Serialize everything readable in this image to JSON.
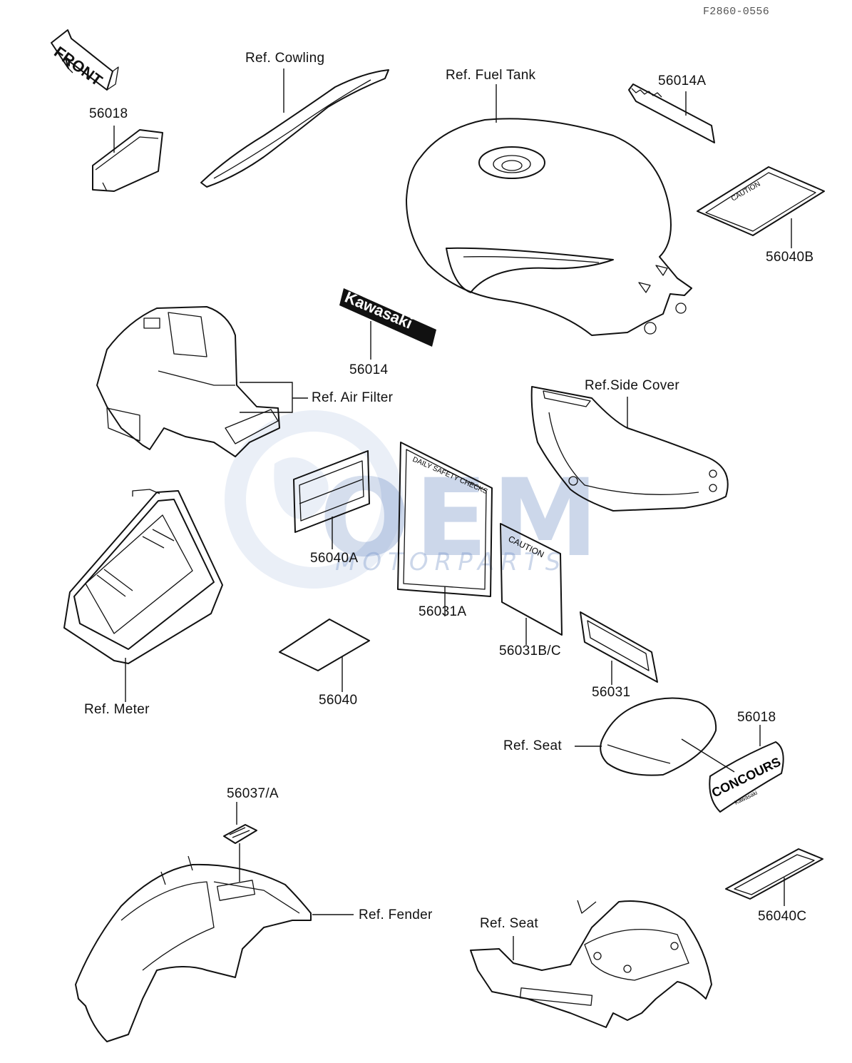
{
  "diagram_code": "F2860-0556",
  "front_arrow": "FRONT",
  "labels": {
    "cowling": "Ref. Cowling",
    "fuel_tank": "Ref. Fuel Tank",
    "part_56014A": "56014A",
    "part_56018_top": "56018",
    "part_56040B": "56040B",
    "part_56014": "56014",
    "air_filter": "Ref. Air Filter",
    "side_cover": "Ref.Side Cover",
    "part_56040A": "56040A",
    "part_56031A": "56031A",
    "part_56031BC": "56031B/C",
    "part_56031": "56031",
    "part_56040": "56040",
    "meter": "Ref. Meter",
    "seat_upper": "Ref. Seat",
    "part_56018_right": "56018",
    "part_56037A": "56037/A",
    "fender": "Ref. Fender",
    "seat_lower": "Ref. Seat",
    "part_56040C": "56040C"
  },
  "decal_text": {
    "caution_56040B": "CAUTION",
    "kawasaki": "Kawasaki",
    "daily_safety": "DAILY SAFETY CHECKS",
    "caution_56031BC": "CAUTION",
    "concours": "CONCOURS",
    "concours_sub": "Kawasaki"
  },
  "watermark": {
    "brand": "OEM",
    "sub": "MOTORPARTS"
  },
  "colors": {
    "ink": "#111111",
    "watermark": "#6f8fc6"
  }
}
